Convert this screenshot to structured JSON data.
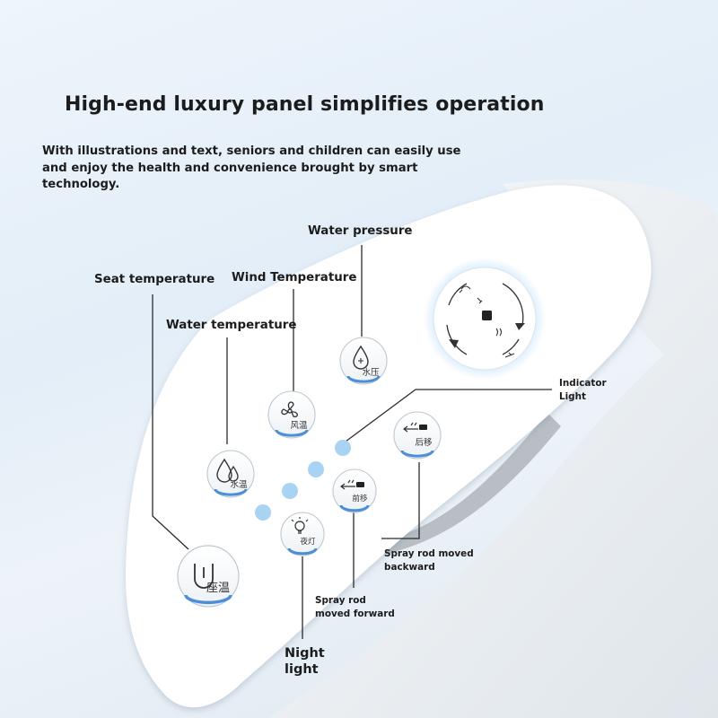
{
  "title": "High-end luxury panel simplifies operation",
  "subtitle": "With illustrations and text, seniors and children can easily use and enjoy the health and convenience brought by smart technology.",
  "callouts": {
    "water_pressure": "Water pressure",
    "seat_temperature": "Seat temperature",
    "wind_temperature": "Wind Temperature",
    "water_temperature": "Water temperature",
    "indicator_light_line1": "Indicator",
    "indicator_light_line2": "Light",
    "spray_rod_backward_line1": "Spray rod moved",
    "spray_rod_backward_line2": "backward",
    "spray_rod_forward_line1": "Spray rod",
    "spray_rod_forward_line2": "moved forward",
    "night_light_line1": "Night",
    "night_light_line2": "light"
  },
  "buttons": {
    "seat_temp": {
      "label": "座温",
      "icon": "u-shape-seat-icon"
    },
    "water_temp": {
      "label": "水温",
      "icon": "water-drop-icon"
    },
    "wind_temp": {
      "label": "风温",
      "icon": "fan-icon"
    },
    "water_pressure": {
      "label": "水压",
      "icon": "pressure-drop-icon"
    },
    "night_light": {
      "label": "夜灯",
      "icon": "lightbulb-icon"
    },
    "spray_forward": {
      "label": "前移",
      "icon": "spray-rod-forward-icon"
    },
    "spray_backward": {
      "label": "后移",
      "icon": "spray-rod-backward-icon"
    }
  },
  "colors": {
    "accent_blue": "#4c8fd8",
    "indicator_blue": "#a9d3f3",
    "panel_white": "#ffffff",
    "text_dark": "#1c1c1c"
  }
}
